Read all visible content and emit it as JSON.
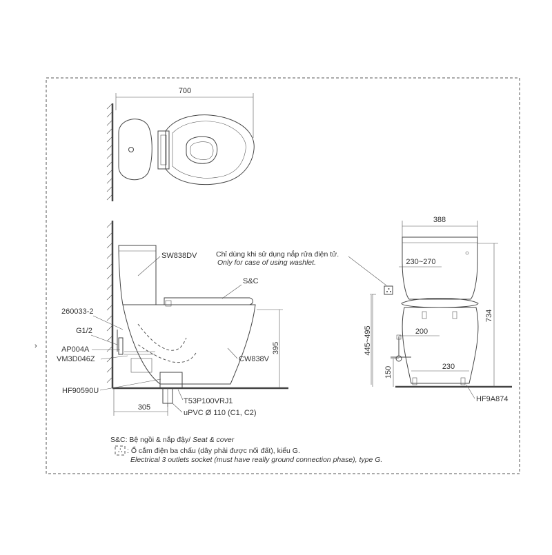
{
  "dimensions": {
    "top_width": "700",
    "front_width": "388",
    "inlet_range": "230~270",
    "total_height": "734",
    "seat_height": "395",
    "outlet_height_range": "445~495",
    "inlet_offset": "200",
    "foot_spacing": "230",
    "foot_height": "150",
    "rough_in": "305"
  },
  "labels": {
    "tank": "SW838DV",
    "seat_cover": "S&C",
    "bowl": "CW838V",
    "part_260033": "260033-2",
    "g_half": "G1/2",
    "ap004a": "AP004A",
    "vm3d046z": "VM3D046Z",
    "hf90590u": "HF90590U",
    "t53p": "T53P100VRJ1",
    "upvc": "uPVC Ø 110 (C1, C2)",
    "hf9a874": "HF9A874"
  },
  "washlet_note": {
    "vi": "Chỉ dùng khi sử dụng nắp rửa điện tử.",
    "en": "Only for case of using washlet."
  },
  "legend": {
    "sc_vi": "S&C: Bệ ngồi & nắp đậy/",
    "sc_en": " Seat & cover",
    "socket_symbol": "∴",
    "socket_vi": ": Ổ cắm điện ba chấu (dây phải được nối đất), kiểu G.",
    "socket_en": "Electrical 3 outlets socket (must have really ground connection phase), type G."
  },
  "side_mark": "›"
}
